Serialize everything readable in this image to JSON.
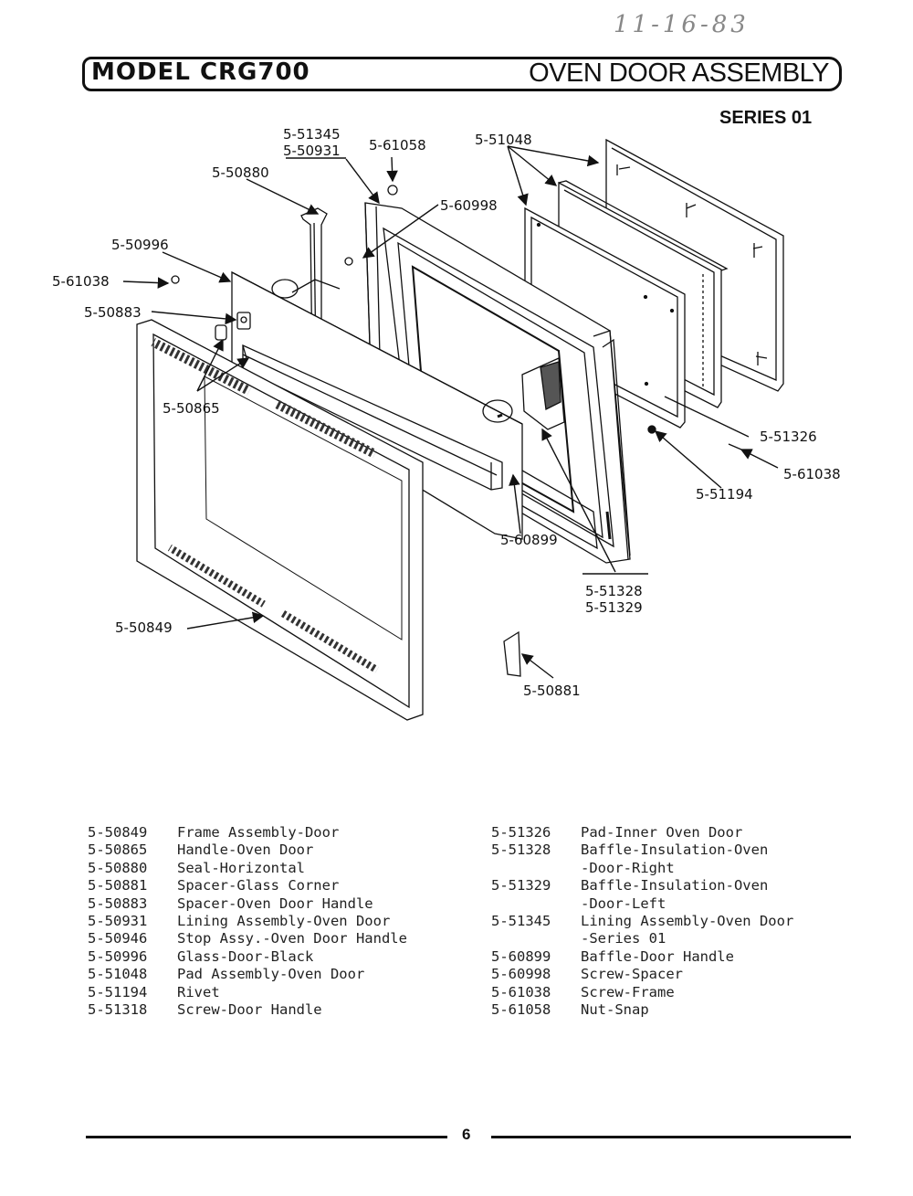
{
  "annotation": "11-16-83",
  "header": {
    "model": "MODEL CRG700",
    "section": "OVEN DOOR ASSEMBLY",
    "series": "SERIES 01"
  },
  "callouts": {
    "c51345": "5-51345",
    "c50931": "5-50931",
    "c61058": "5-61058",
    "c51048": "5-51048",
    "c50880": "5-50880",
    "c60998": "5-60998",
    "c50996": "5-50996",
    "c61038a": "5-61038",
    "c50883": "5-50883",
    "c50865": "5-50865",
    "c51326": "5-51326",
    "c61038b": "5-61038",
    "c51194": "5-51194",
    "c60899": "5-60899",
    "c51328": "5-51328",
    "c51329": "5-51329",
    "c50849": "5-50849",
    "c50881": "5-50881"
  },
  "parts_left": [
    {
      "number": "5-50849",
      "lines": [
        "Frame Assembly-Door"
      ]
    },
    {
      "number": "5-50865",
      "lines": [
        "Handle-Oven Door"
      ]
    },
    {
      "number": "5-50880",
      "lines": [
        "Seal-Horizontal"
      ]
    },
    {
      "number": "5-50881",
      "lines": [
        "Spacer-Glass Corner"
      ]
    },
    {
      "number": "5-50883",
      "lines": [
        "Spacer-Oven Door Handle"
      ]
    },
    {
      "number": "5-50931",
      "lines": [
        "Lining Assembly-Oven Door"
      ]
    },
    {
      "number": "5-50946",
      "lines": [
        "Stop Assy.-Oven Door Handle"
      ]
    },
    {
      "number": "5-50996",
      "lines": [
        "Glass-Door-Black"
      ]
    },
    {
      "number": "5-51048",
      "lines": [
        "Pad Assembly-Oven Door"
      ]
    },
    {
      "number": "5-51194",
      "lines": [
        "Rivet"
      ]
    },
    {
      "number": "5-51318",
      "lines": [
        "Screw-Door Handle"
      ]
    }
  ],
  "parts_right": [
    {
      "number": "5-51326",
      "lines": [
        "Pad-Inner Oven Door"
      ]
    },
    {
      "number": "5-51328",
      "lines": [
        "Baffle-Insulation-Oven",
        "-Door-Right"
      ]
    },
    {
      "number": "5-51329",
      "lines": [
        "Baffle-Insulation-Oven",
        "-Door-Left"
      ]
    },
    {
      "number": "5-51345",
      "lines": [
        "Lining Assembly-Oven Door",
        "-Series 01"
      ]
    },
    {
      "number": "5-60899",
      "lines": [
        "Baffle-Door Handle"
      ]
    },
    {
      "number": "5-60998",
      "lines": [
        "Screw-Spacer"
      ]
    },
    {
      "number": "5-61038",
      "lines": [
        "Screw-Frame"
      ]
    },
    {
      "number": "5-61058",
      "lines": [
        "Nut-Snap"
      ]
    }
  ],
  "footer": {
    "page": "6"
  }
}
